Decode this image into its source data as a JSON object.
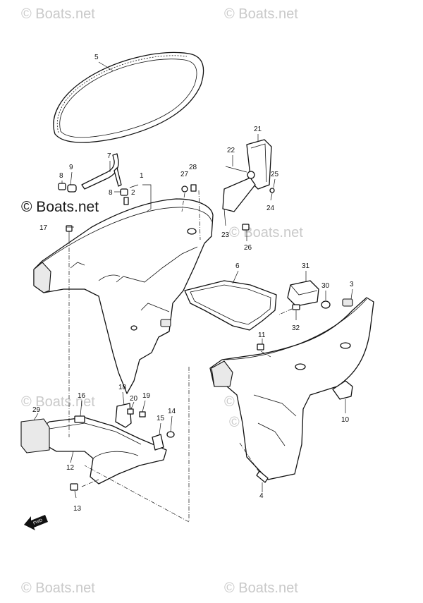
{
  "watermarks": [
    {
      "text": "© Boats.net",
      "kind": "faint"
    },
    {
      "text": "© Boats.net",
      "kind": "faint"
    },
    {
      "text": "© Boats.net",
      "kind": "main"
    },
    {
      "text": "© Boats.net",
      "kind": "faint"
    },
    {
      "text": "© Boats.net",
      "kind": "faint"
    },
    {
      "text": "© Boats.net",
      "kind": "faint"
    },
    {
      "text": "© Boats.net",
      "kind": "faint"
    },
    {
      "text": "© Boats.net",
      "kind": "faint"
    },
    {
      "text": "© Boats.net",
      "kind": "faint"
    }
  ],
  "callouts": {
    "n1": "1",
    "n2": "2",
    "n3": "3",
    "n4": "4",
    "n5": "5",
    "n6": "6",
    "n7": "7",
    "n8a": "8",
    "n8b": "8",
    "n9": "9",
    "n10": "10",
    "n11": "11",
    "n12": "12",
    "n13": "13",
    "n14": "14",
    "n15": "15",
    "n16": "16",
    "n17": "17",
    "n18": "18",
    "n19": "19",
    "n20": "20",
    "n21": "21",
    "n22": "22",
    "n23": "23",
    "n24": "24",
    "n25": "25",
    "n26": "26",
    "n27": "27",
    "n28": "28",
    "n29": "29",
    "n30": "30",
    "n31": "31",
    "n32": "32"
  },
  "fwd_label": "FWD",
  "icons": {
    "direction_arrow": "forward-arrow-icon"
  }
}
